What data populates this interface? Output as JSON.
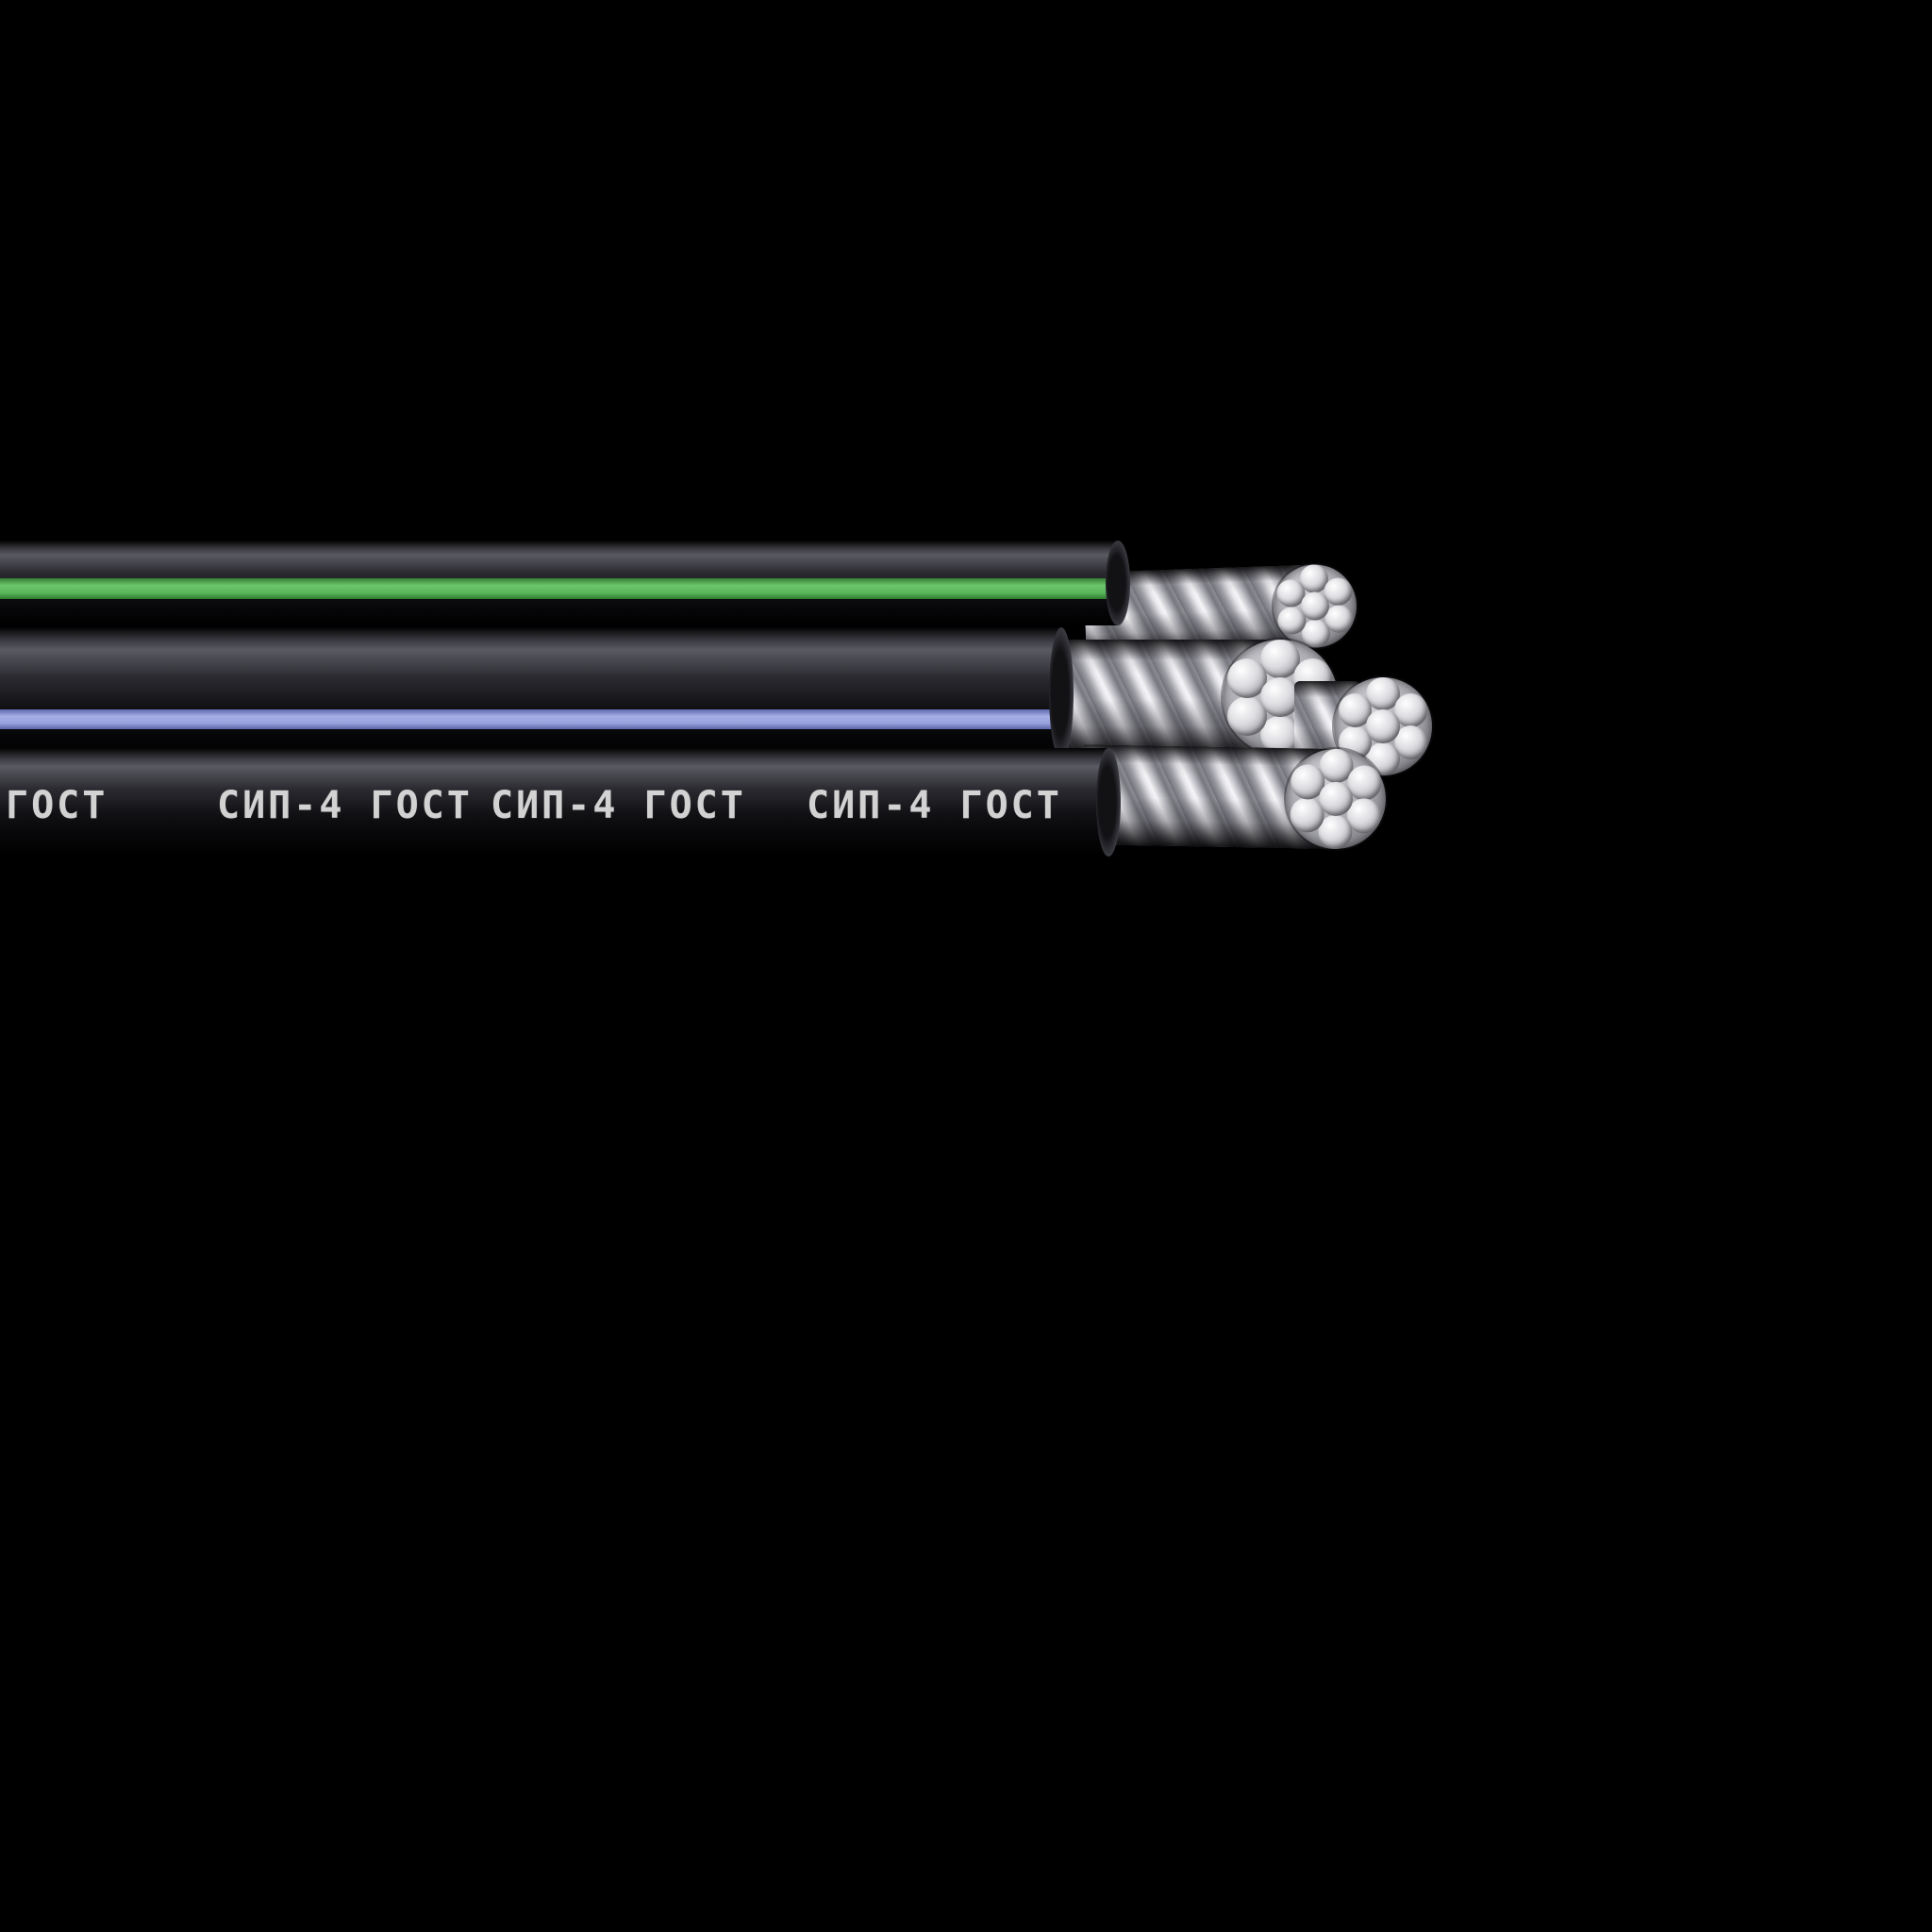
{
  "scene": {
    "type": "product-render",
    "subject": "СИП-4 self-supporting insulated aerial bundled cable with exposed aluminum strands",
    "background_color": "#000000"
  },
  "cables": {
    "top": {
      "insulation_color": "#101013",
      "stripe_color": "#5cb65c",
      "stripe_label": "green-phase-stripe"
    },
    "middle": {
      "insulation_color": "#101013",
      "stripe_color": "#99a2dc",
      "stripe_label": "blue-phase-stripe"
    },
    "bottom": {
      "insulation_color": "#101013",
      "markings": [
        "ГОСТ",
        "СИП-4 ГОСТ",
        "СИП-4 ГОСТ",
        "СИП-4 ГОСТ"
      ]
    }
  },
  "conductors": {
    "material": "aluminum",
    "strands_per_conductor": 7,
    "exposed_count": 4,
    "color": "#c9c9cf"
  }
}
